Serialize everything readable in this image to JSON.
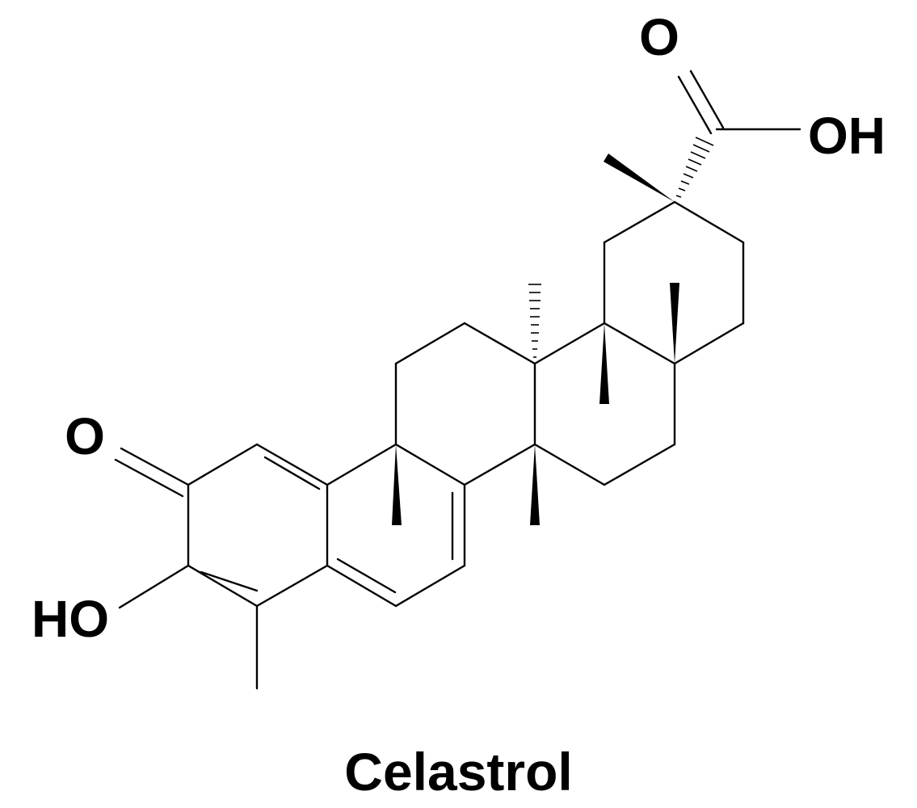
{
  "compound_name": "Celastrol",
  "atom_labels": {
    "acid_carbonyl_o": "O",
    "acid_hydroxyl": "OH",
    "ketone_o": "O",
    "phenol_hydroxyl": "HO"
  }
}
